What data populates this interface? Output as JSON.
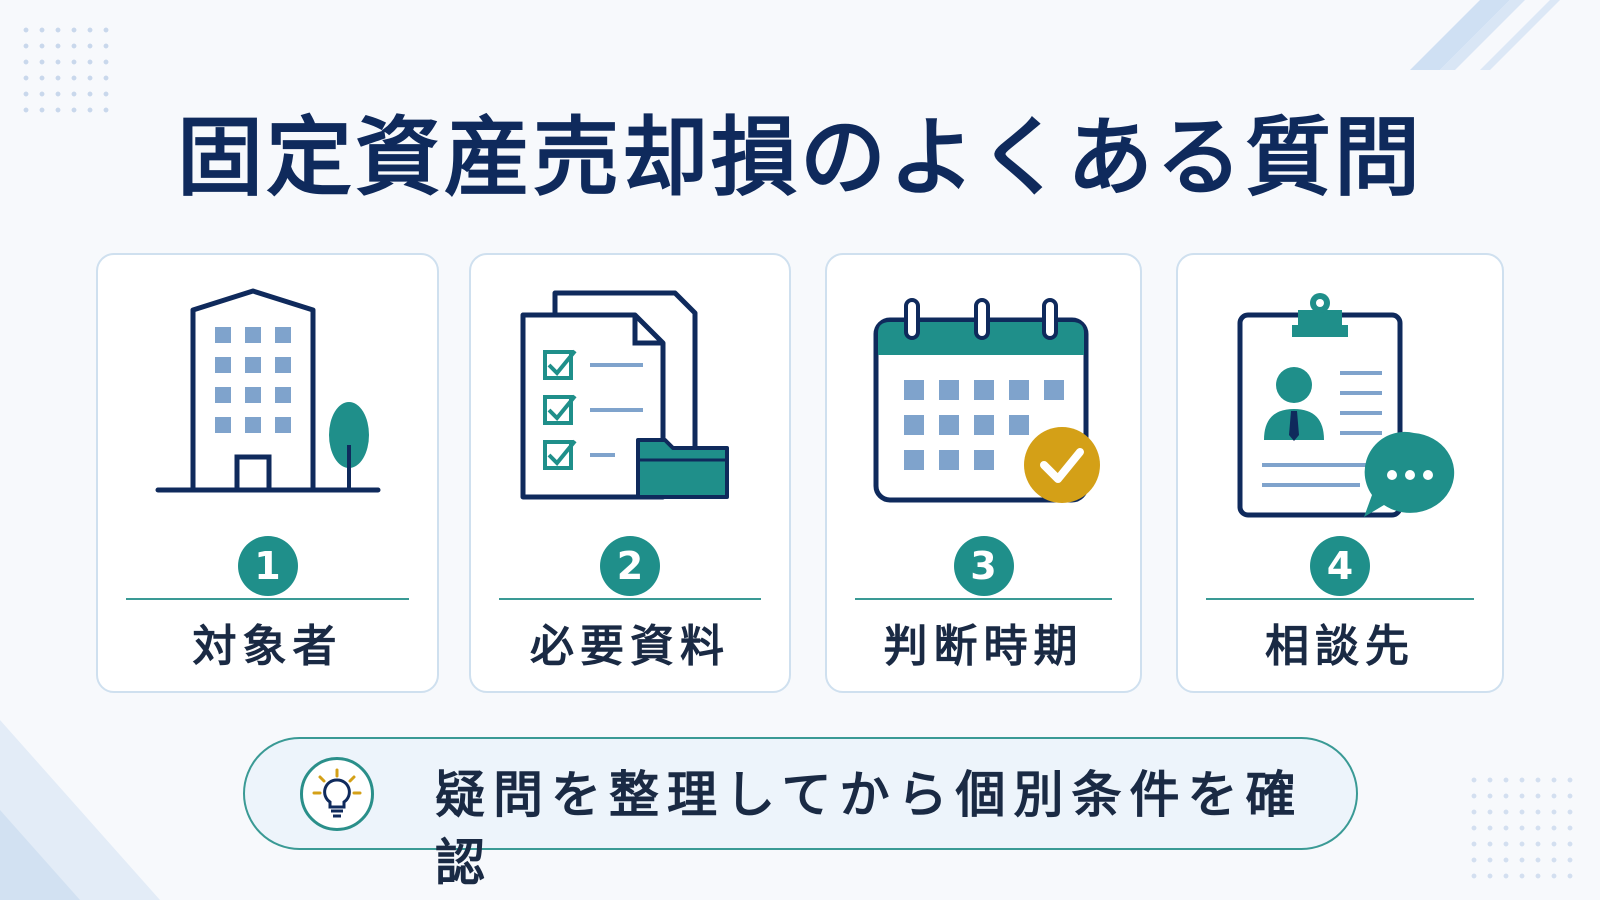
{
  "title": "固定資産売却損のよくある質問",
  "cards": [
    {
      "number": "1",
      "label": "対象者",
      "icon": "office-building-icon"
    },
    {
      "number": "2",
      "label": "必要資料",
      "icon": "checklist-documents-icon"
    },
    {
      "number": "3",
      "label": "判断時期",
      "icon": "calendar-check-icon"
    },
    {
      "number": "4",
      "label": "相談先",
      "icon": "clipboard-consultant-icon"
    }
  ],
  "footer": {
    "text": "疑問を整理してから個別条件を確認",
    "icon": "lightbulb-icon"
  },
  "colors": {
    "navy": "#0f2a5c",
    "teal": "#1f8f8a",
    "gold": "#d4a017",
    "tile": "#7fa3cc"
  }
}
